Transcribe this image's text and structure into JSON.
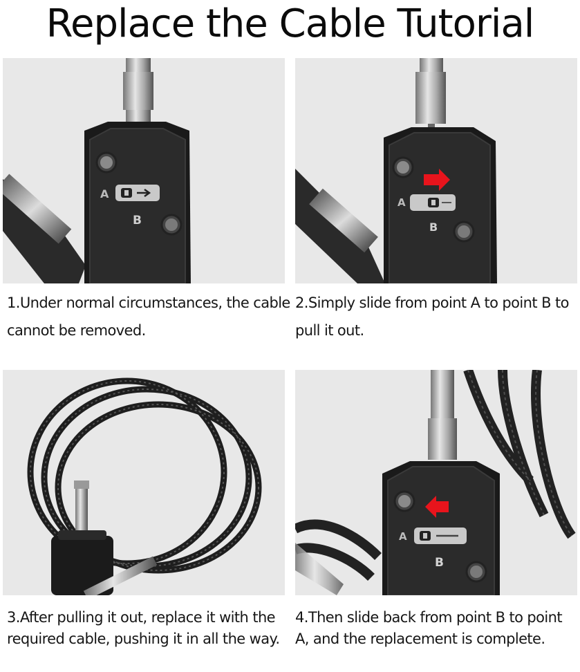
{
  "title": "Replace the Cable Tutorial",
  "steps": [
    {
      "caption": "1.Under normal circumstances, the cable cannot be removed.",
      "letter_a": "A",
      "letter_b": "B"
    },
    {
      "caption": "2.Simply slide from point A to point B to pull it out.",
      "letter_a": "A",
      "letter_b": "B"
    },
    {
      "caption": "3.After pulling it out, replace it with the required cable, pushing it in all the way."
    },
    {
      "caption": "4.Then slide back from point B to point A, and the replacement is complete.",
      "letter_a": "A",
      "letter_b": "B"
    }
  ],
  "colors": {
    "panel_bg": "#e8e8e8",
    "lock_body": "#1c1c1c",
    "arrow": "#e8141c",
    "metal": "#b8b8b8"
  }
}
